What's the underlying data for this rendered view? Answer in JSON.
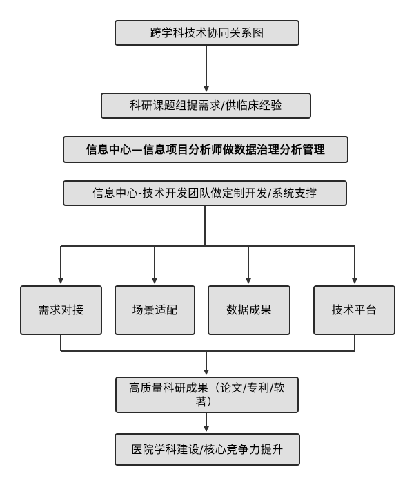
{
  "diagram": {
    "title": "跨学科技术协同关系图",
    "node_research": "科研课题组提需求/供临床经验",
    "node_info_analysis": "信息中心—信息项目分析师做数据治理分析管理",
    "node_info_dev": "信息中心-技术开发团队做定制开发/系统支撑",
    "branches": [
      "需求对接",
      "场景适配",
      "数据成果",
      "技术平台"
    ],
    "node_outcome": "高质量科研成果（论文/专利/软著）",
    "node_final": "医院学科建设/核心竞争力提升"
  }
}
